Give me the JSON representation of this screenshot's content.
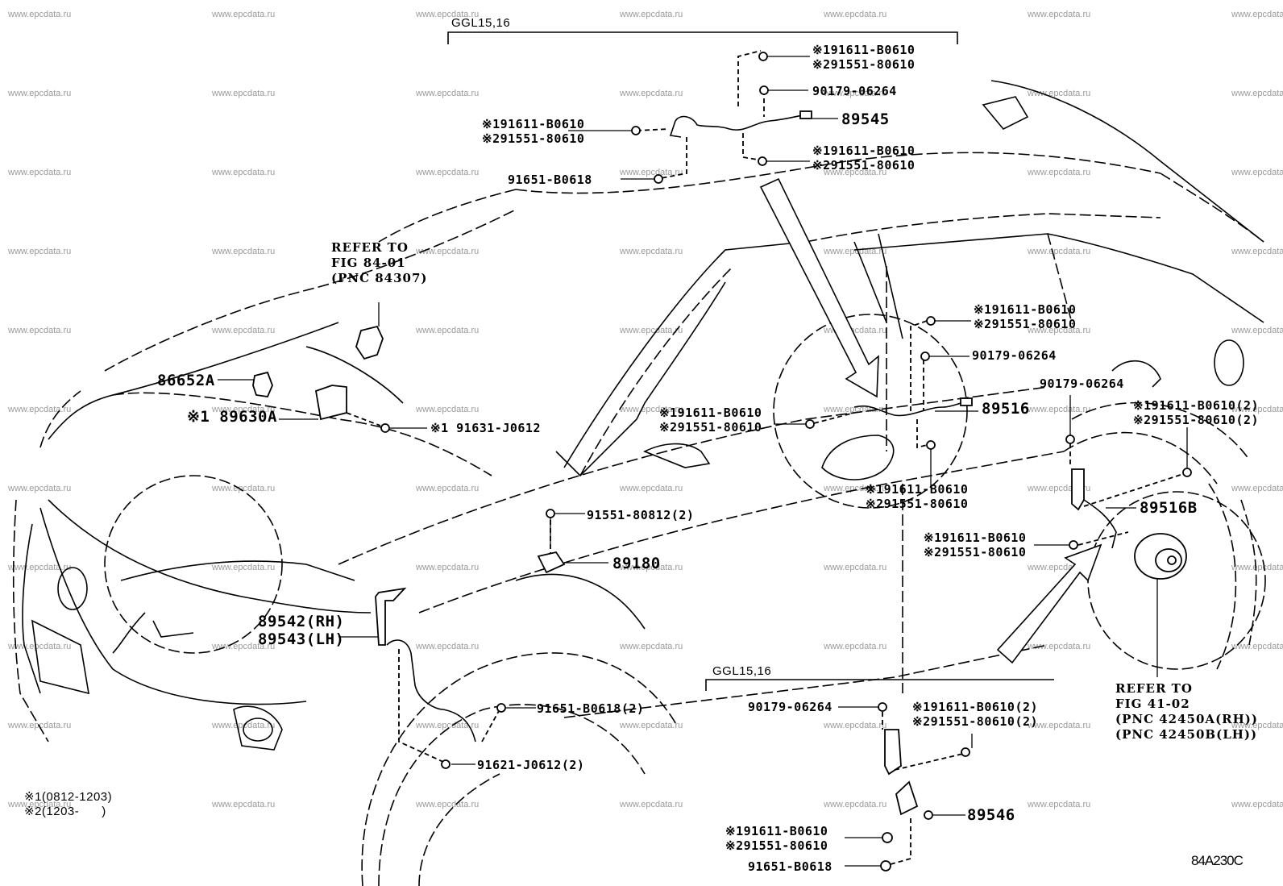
{
  "diagram": {
    "id_code": "84A230C",
    "watermark": "www.epcdata.ru",
    "footnotes": [
      "※1(0812-1203)",
      "※2(1203-      )"
    ],
    "groups": [
      {
        "name": "top",
        "header": "GGL15,16"
      },
      {
        "name": "bottom",
        "header": "GGL15,16"
      }
    ],
    "callouts": {
      "top_bolt_a": [
        "※191611-B0610",
        "※291551-80610"
      ],
      "top_nut": "90179-06264",
      "top_sensor": "89545",
      "top_bolt_b": [
        "※191611-B0610",
        "※291551-80610"
      ],
      "top_bolt_left": [
        "※191611-B0610",
        "※291551-80610"
      ],
      "top_bolt_c": "91651-B0618",
      "refer_front": [
        "REFER TO",
        "FIG 84-01",
        "(PNC 84307)"
      ],
      "part_86652a": "86652A",
      "part_89630a": "※1 89630A",
      "bolt_91631": "※1 91631-J0612",
      "mid_bolt_a": [
        "※191611-B0610",
        "※291551-80610"
      ],
      "mid_nut_a": "90179-06264",
      "mid_sensor": "89516",
      "mid_bolt_left": [
        "※191611-B0610",
        "※291551-80610"
      ],
      "mid_bolt_below": [
        "※191611-B0610",
        "※291551-80610"
      ],
      "rear_nut": "90179-06264",
      "rear_bolt_pair": [
        "※191611-B0610(2)",
        "※291551-80610(2)"
      ],
      "rear_sensor": "89516B",
      "rear_bolt_left": [
        "※191611-B0610",
        "※291551-80610"
      ],
      "bolt_91551": "91551-80812(2)",
      "part_89180": "89180",
      "front_sensor": [
        "89542(RH)",
        "89543(LH)"
      ],
      "bolt_91651_2": "91651-B0618(2)",
      "bolt_91621": "91621-J0612(2)",
      "refer_rear": [
        "REFER TO",
        "FIG 41-02",
        "(PNC 42450A(RH))",
        "(PNC 42450B(LH))"
      ],
      "bot_nut": "90179-06264",
      "bot_bolt_pair": [
        "※191611-B0610(2)",
        "※291551-80610(2)"
      ],
      "bot_sensor": "89546",
      "bot_bolt_left": [
        "※191611-B0610",
        "※291551-80610"
      ],
      "bot_bolt_c": "91651-B0618"
    }
  }
}
